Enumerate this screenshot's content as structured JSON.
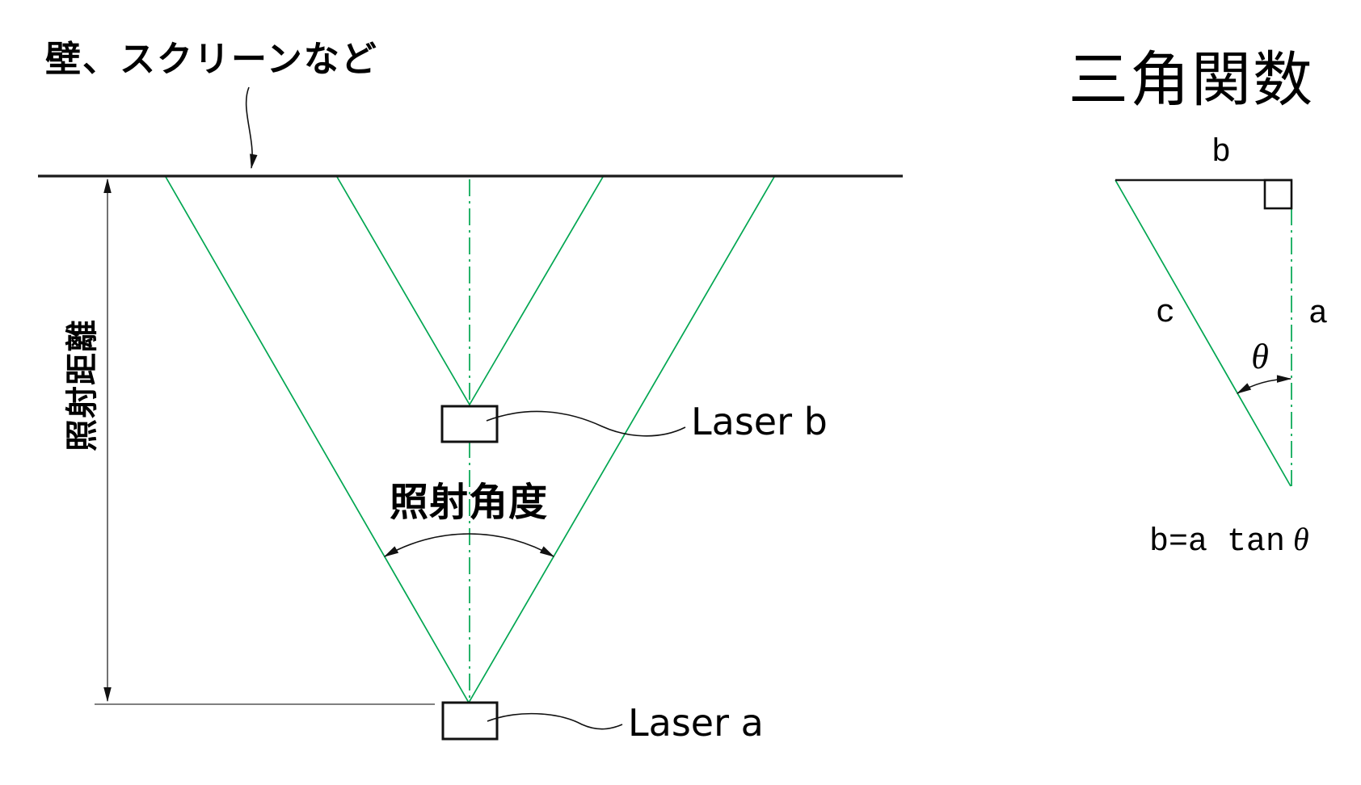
{
  "diagram": {
    "wall_label": "壁、スクリーンなど",
    "distance_label": "照射距離",
    "angle_label": "照射角度",
    "laser_a_label": "Laser a",
    "laser_b_label": "Laser b"
  },
  "trig": {
    "title": "三角関数",
    "side_a": "a",
    "side_b": "b",
    "side_c": "c",
    "theta": "θ",
    "formula_prefix": "b=a tan",
    "formula_theta": "θ"
  },
  "colors": {
    "laser_green": "#00a651",
    "line_black": "#1a1a1a",
    "dimension_gray": "#444444",
    "reference_gray": "#6e6e6e"
  }
}
